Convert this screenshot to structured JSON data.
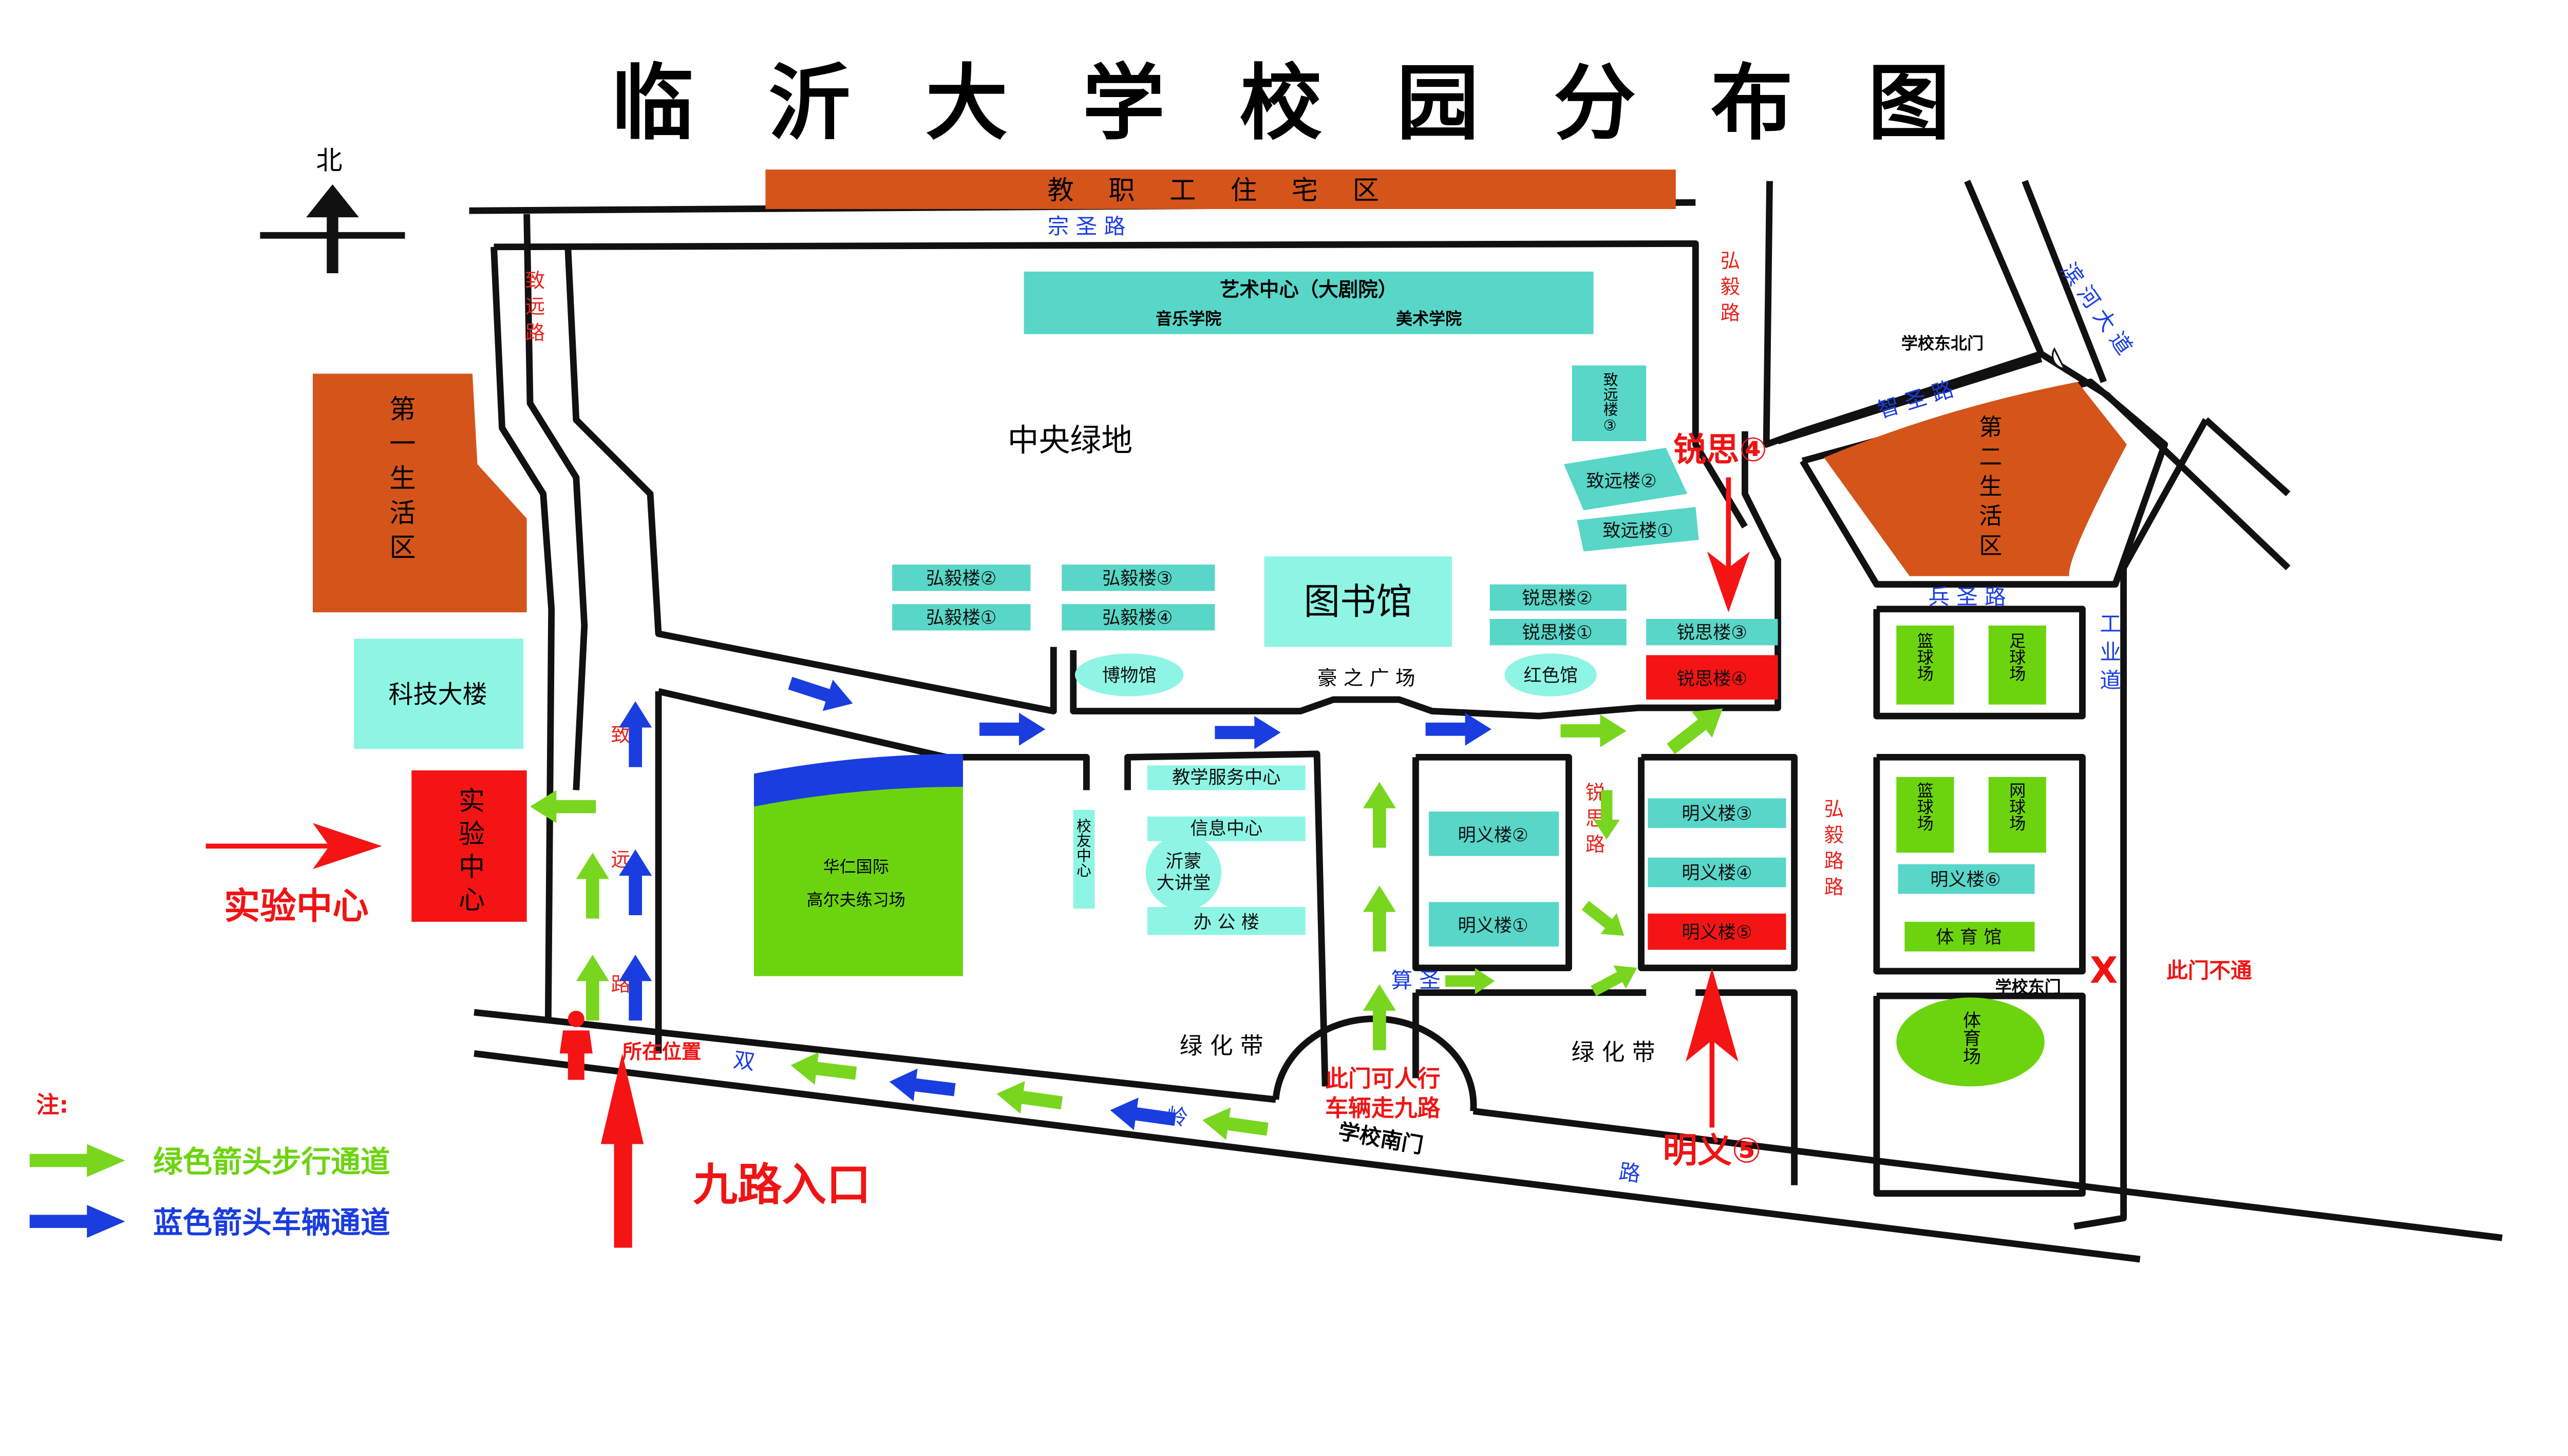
{
  "title": "临 沂 大 学 校 园 分 布 图",
  "north_label": "北",
  "colors": {
    "orange": "#d4541a",
    "teal": "#58d6c8",
    "light_teal": "#8ef5e4",
    "green": "#6cd40e",
    "red": "#f51414",
    "blue": "#1a3de0",
    "walk": "#78d61e"
  },
  "zones": {
    "staff_housing": "教 职 工 住 宅 区",
    "art_center": "艺术中心（大剧院）",
    "music_school": "音乐学院",
    "fine_arts_school": "美术学院",
    "central_green": "中央绿地",
    "living_area_1": "第一生活区",
    "living_area_2": "第二生活区",
    "tech_building": "科技大楼",
    "lab_center": "实验中心",
    "golf_line1": "华仁国际",
    "golf_line2": "高尔夫练习场",
    "library": "图书馆",
    "museum": "博物馆",
    "red_hall": "红色馆",
    "plaza": "豪 之 广 场",
    "green_belt_1": "绿 化 带",
    "green_belt_2": "绿 化 带",
    "stadium": "体育场",
    "gym": "体 育 馆"
  },
  "buildings": {
    "hongyi_1": "弘毅楼①",
    "hongyi_2": "弘毅楼②",
    "hongyi_3": "弘毅楼③",
    "hongyi_4": "弘毅楼④",
    "zhiyuan_1": "致远楼①",
    "zhiyuan_2": "致远楼②",
    "zhiyuan_3": "致远楼③",
    "ruisi_1": "锐思楼①",
    "ruisi_2": "锐思楼②",
    "ruisi_3": "锐思楼③",
    "ruisi_4": "锐思楼④",
    "mingyi_1": "明义楼①",
    "mingyi_2": "明义楼②",
    "mingyi_3": "明义楼③",
    "mingyi_4": "明义楼④",
    "mingyi_5": "明义楼⑤",
    "mingyi_6": "明义楼⑥",
    "teaching_service": "教学服务中心",
    "info_center": "信息中心",
    "yimeng_line1": "沂蒙",
    "yimeng_line2": "大讲堂",
    "office": "办 公 楼",
    "alumni": "校友中心",
    "basketball_1": "篮球场",
    "football": "足球场",
    "basketball_2": "篮球场",
    "tennis": "网球场"
  },
  "roads": {
    "zongsheng": "宗          圣          路",
    "zhiyuan_top": "致      远      路",
    "zhiyuan_bottom": "致 远 路",
    "hongyi_north": "弘      毅      路",
    "hongyi_east": "弘         毅         路         路",
    "zhisheng": "智      圣      路",
    "binhe": "滨   河   大   道",
    "bingsheng": "兵    圣    路",
    "gongye": "工         业         道",
    "ruisi": "锐   思   路",
    "suansheng": "算                    圣",
    "shuangling_1": "双",
    "shuangling_2": "岭",
    "shuangling_3": "路"
  },
  "gates": {
    "northeast": "学校东北门",
    "east": "学校东门",
    "south": "学校南门"
  },
  "annotations": {
    "ruisi4": "锐思④",
    "mingyi5": "明义⑤",
    "lab_center": "实验中心",
    "you_are_here": "所在位置",
    "road9_entrance": "九路入口",
    "gate_closed_mark": "X",
    "gate_closed": "此门不通",
    "south_gate_line1": "此门可人行",
    "south_gate_line2": "车辆走九路"
  },
  "legend": {
    "title": "注:",
    "walk": "绿色箭头步行通道",
    "vehicle": "蓝色箭头车辆通道"
  }
}
